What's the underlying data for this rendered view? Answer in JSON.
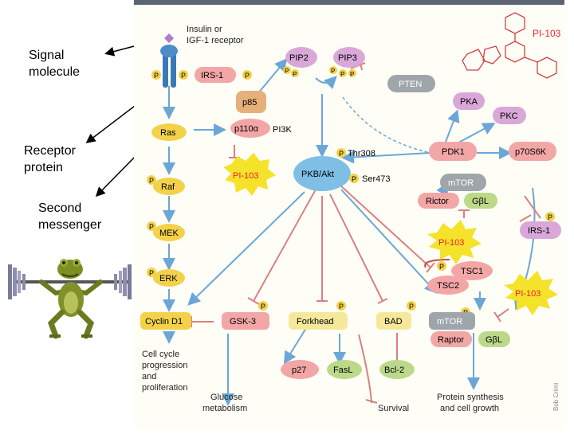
{
  "slide": {
    "labels": {
      "signal_molecule": [
        "Signal",
        "molecule"
      ],
      "receptor_protein": [
        "Receptor",
        "protein"
      ],
      "second_messenger": [
        "Second",
        "messenger"
      ]
    },
    "frog": {
      "icon": "frog-weightlifter-icon"
    }
  },
  "diagram": {
    "receptor_label": [
      "Insulin or",
      "IGF-1 receptor"
    ],
    "drug_name": "PI-103",
    "credit": "Bob Crimi",
    "phospho": "P",
    "nodes": {
      "irs1": "IRS-1",
      "p85": "p85",
      "ras": "Ras",
      "p110": "p110α",
      "pi3k": "PI3K",
      "raf": "Raf",
      "mek": "MEK",
      "erk": "ERK",
      "pip2": "PIP2",
      "pip3": "PIP3",
      "pten": "PTEN",
      "pka": "PKA",
      "pkc": "PKC",
      "pdk1": "PDK1",
      "p70s6k": "p70S6K",
      "thr308": "Thr308",
      "ser473": "Ser473",
      "akt": "PKB/Akt",
      "mtor_c2": "mTOR",
      "rictor": "Rictor",
      "gbl_c2": "GβL",
      "irs1_right": "IRS-1",
      "tsc1": "TSC1",
      "tsc2": "TSC2",
      "cyclin": "Cyclin D1",
      "gsk3": "GSK-3",
      "forkhead": "Forkhead",
      "bad": "BAD",
      "mtor_c1": "mTOR",
      "raptor": "Raptor",
      "gbl_c1": "GβL",
      "p27": "p27",
      "fasl": "FasL",
      "bcl2": "Bcl-2"
    },
    "outcomes": {
      "cell_cycle": [
        "Cell cycle",
        "progression",
        "and",
        "proliferation"
      ],
      "glucose": [
        "Glucose",
        "metabolism"
      ],
      "survival": "Survival",
      "protein": [
        "Protein synthesis",
        "and cell growth"
      ]
    },
    "colors": {
      "yellow": "#f3d24a",
      "purple": "#d9a8d9",
      "green": "#bcd98a",
      "pink": "#f3a6a6",
      "blue": "#7fbfe6",
      "arrow": "#6aa7d6",
      "inhibit": "#c0504d",
      "drug": "#e8232a"
    }
  }
}
